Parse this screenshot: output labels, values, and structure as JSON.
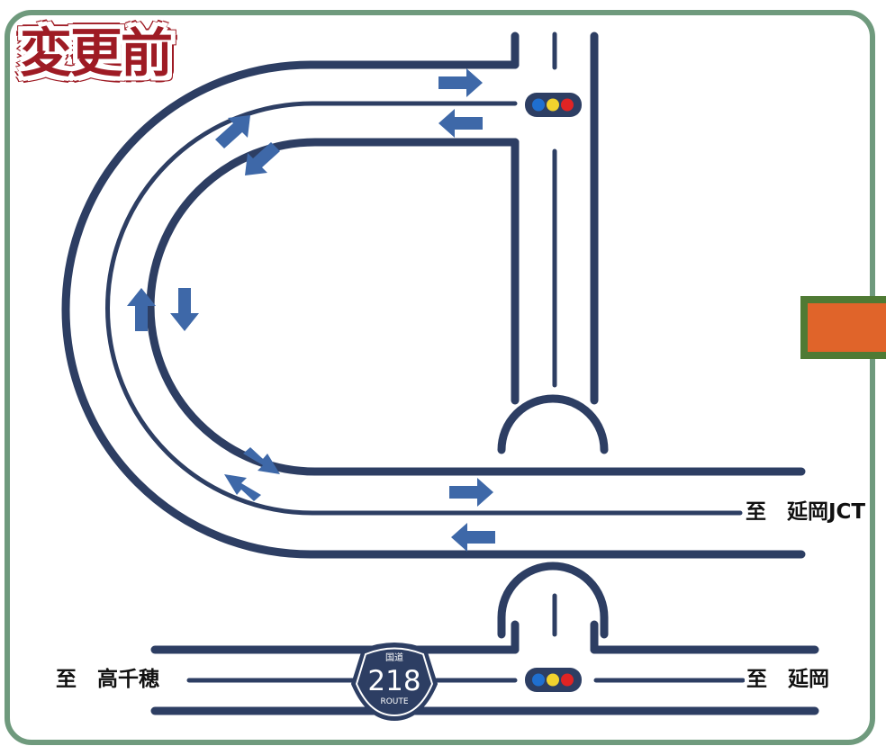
{
  "title": "変更前",
  "labels": {
    "nobeoka_jct": "至　延岡JCT",
    "takachiho": "至　高千穂",
    "nobeoka": "至　延岡"
  },
  "route_shield": {
    "top": "国道",
    "number": "218",
    "bottom": "ROUTE"
  },
  "traffic_signals": 2,
  "colors": {
    "road": "#2d3e63",
    "arrow": "#3e68a8",
    "frame": "#6f9a7d",
    "title": "#9e1b24",
    "signal_blue": "#1f6fd0",
    "signal_yellow": "#f2d22e",
    "signal_red": "#e02424",
    "side_box_fill": "#e0642a",
    "side_box_border": "#4f7a34"
  }
}
